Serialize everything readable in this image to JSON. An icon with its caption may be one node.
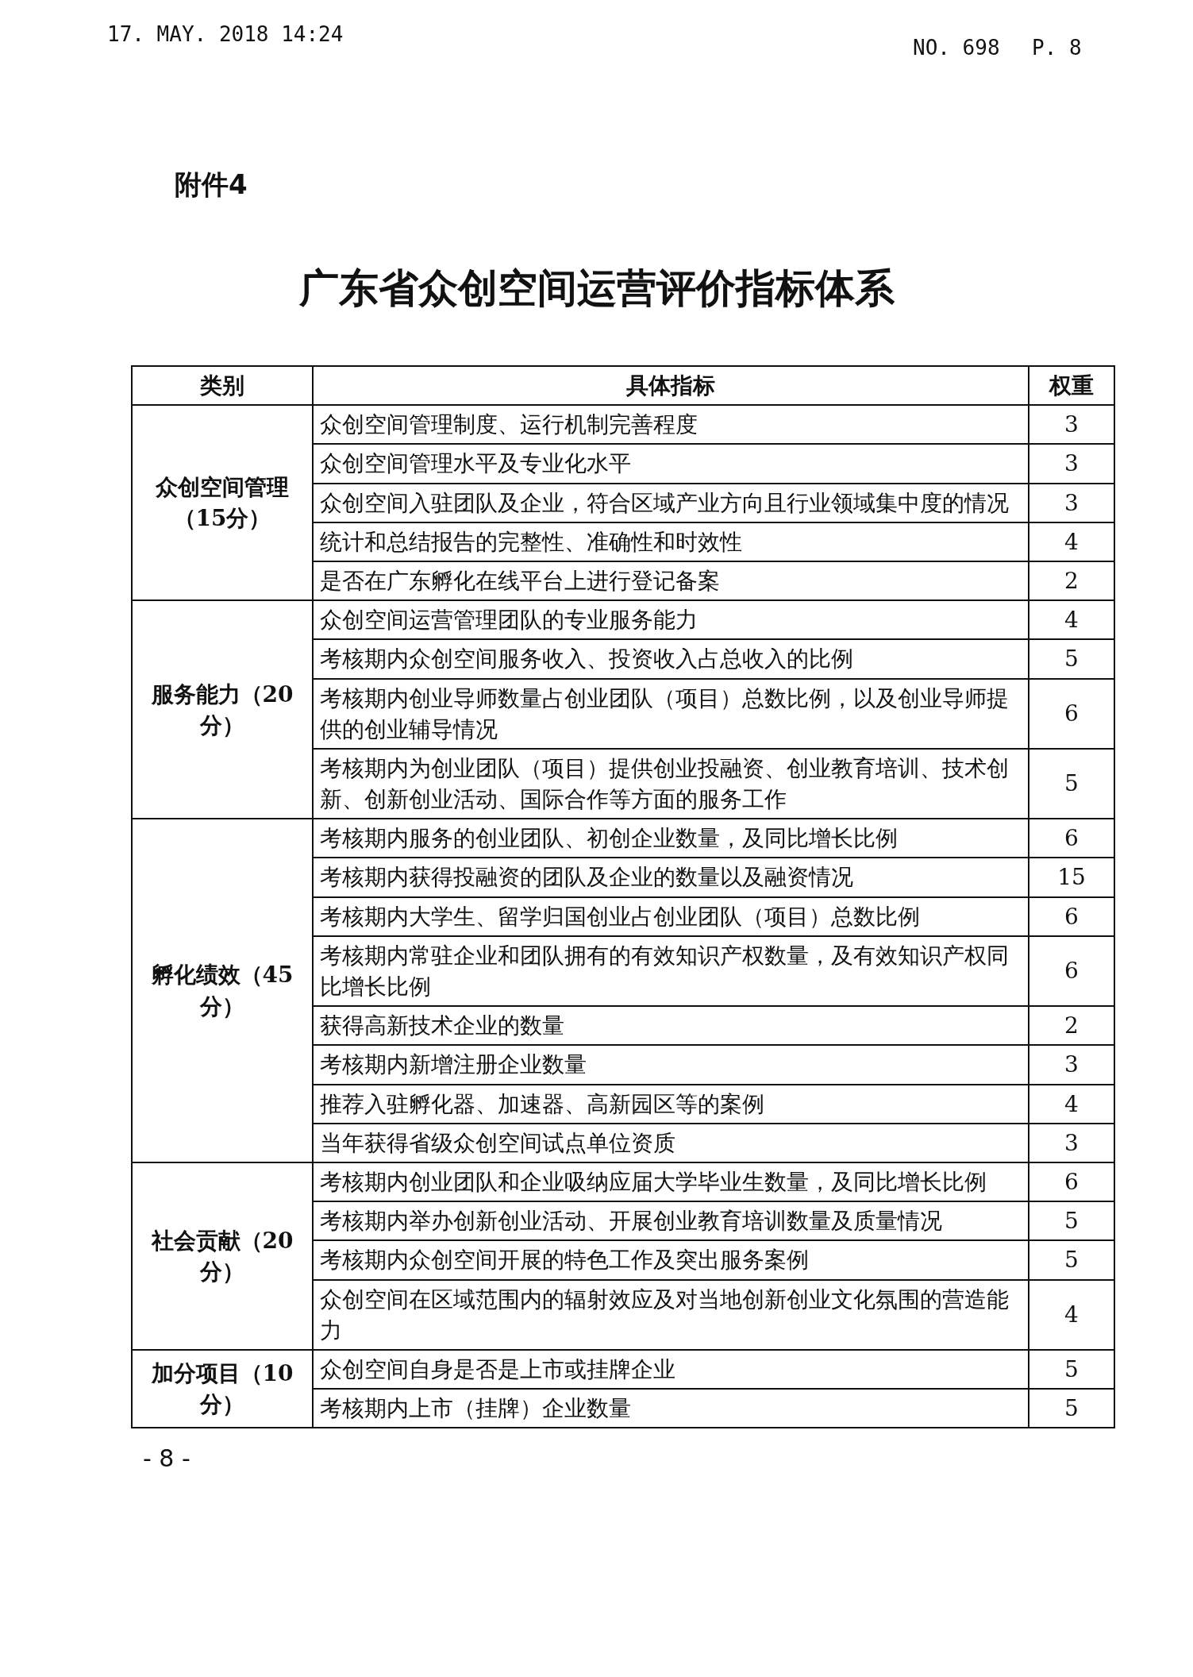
{
  "diagram": {
    "title": "广东省众创空间运营评价指标体系",
    "labels": [
      "17. MAY. 2018 14:24",
      "NO. 698",
      "P. 8",
      "附件4",
      "类别",
      "具体指标",
      "权重",
      "众创空间管理（15分）",
      "众创空间管理制度、运行机制完善程度",
      "3",
      "众创空间管理水平及专业化水平",
      "3",
      "众创空间入驻团队及企业，符合区域产业方向且行业领域集中度的情况",
      "3",
      "统计和总结报告的完整性、准确性和时效性",
      "4",
      "是否在广东孵化在线平台上进行登记备案",
      "2",
      "服务能力（20分）",
      "众创空间运营管理团队的专业服务能力",
      "4",
      "考核期内众创空间服务收入、投资收入占总收入的比例",
      "5",
      "考核期内创业导师数量占创业团队（项目）总数比例，以及创业导师提供的创业辅导情况",
      "6",
      "考核期内为创业团队（项目）提供创业投融资、创业教育培训、技术创新、创新创业活动、国际合作等方面的服务工作",
      "5",
      "孵化绩效（45分）",
      "考核期内服务的创业团队、初创企业数量，及同比增长比例",
      "6",
      "考核期内获得投融资的团队及企业的数量以及融资情况",
      "15",
      "考核期内大学生、留学归国创业占创业团队（项目）总数比例",
      "6",
      "考核期内常驻企业和团队拥有的有效知识产权数量，及有效知识产权同比增长比例",
      "6",
      "获得高新技术企业的数量",
      "2",
      "考核期内新增注册企业数量",
      "3",
      "推荐入驻孵化器、加速器、高新园区等的案例",
      "4",
      "当年获得省级众创空间试点单位资质",
      "3",
      "社会贡献（20分）",
      "考核期内创业团队和企业吸纳应届大学毕业生数量，及同比增长比例",
      "6",
      "考核期内举办创新创业活动、开展创业教育培训数量及质量情况",
      "5",
      "考核期内众创空间开展的特色工作及突出服务案例",
      "5",
      "众创空间在区域范围内的辐射效应及对当地创新创业文化氛围的营造能力",
      "4",
      "加分项目（10分）",
      "众创空间自身是否是上市或挂牌企业",
      "5",
      "考核期内上市（挂牌）企业数量",
      "5",
      "- 8 -"
    ]
  }
}
